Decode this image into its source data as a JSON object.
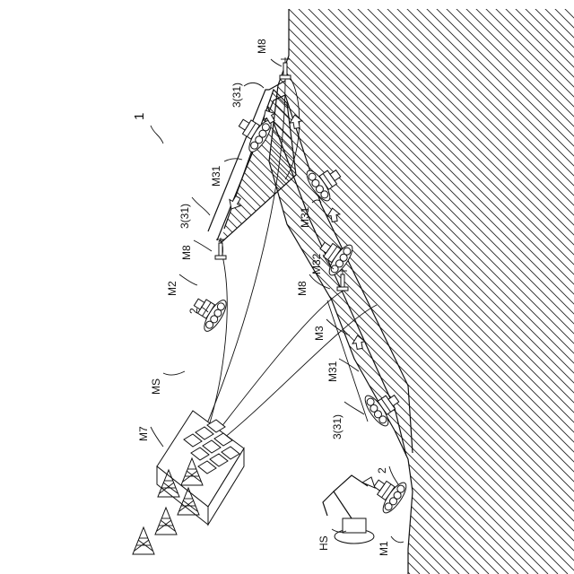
{
  "labels": {
    "fig": "1",
    "m8_top": "M8",
    "ref_3_31_top": "3(31)",
    "m31_upper": "M31",
    "ref_3_31_mid": "3(31)",
    "m8_mid": "M8",
    "m2": "M2",
    "two_left": "2",
    "ms": "MS",
    "m7": "M7",
    "m31_right": "M31",
    "m32": "M32",
    "m8_low": "M8",
    "m3": "M3",
    "m31_low": "M31",
    "ref_3_31_low": "3(31)",
    "two_low": "2",
    "hs": "HS",
    "m1": "M1"
  }
}
